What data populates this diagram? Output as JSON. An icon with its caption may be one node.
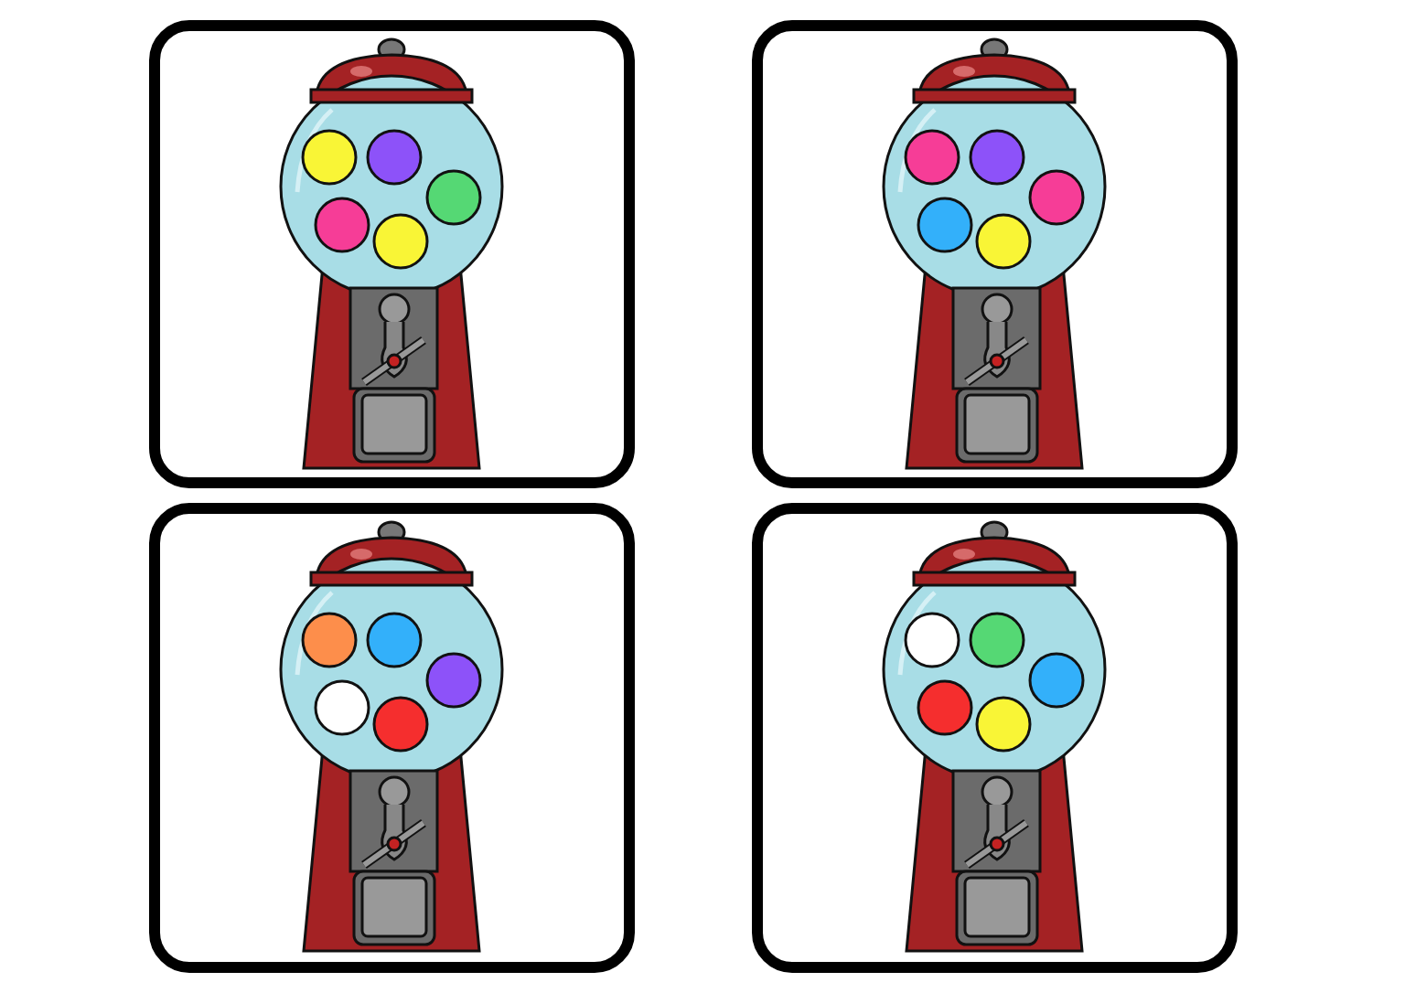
{
  "diagram": {
    "nodes": [
      {
        "text": [],
        "shape": "box"
      },
      {
        "text": [],
        "shape": "picture",
        "in": 0
      },
      {
        "text": [],
        "shape": "box"
      },
      {
        "text": [],
        "shape": "picture",
        "in": 2
      },
      {
        "text": [],
        "shape": "box"
      },
      {
        "text": [],
        "shape": "picture",
        "in": 4
      },
      {
        "text": [],
        "shape": "box"
      },
      {
        "text": [],
        "shape": "picture",
        "in": 6
      }
    ]
  }
}
